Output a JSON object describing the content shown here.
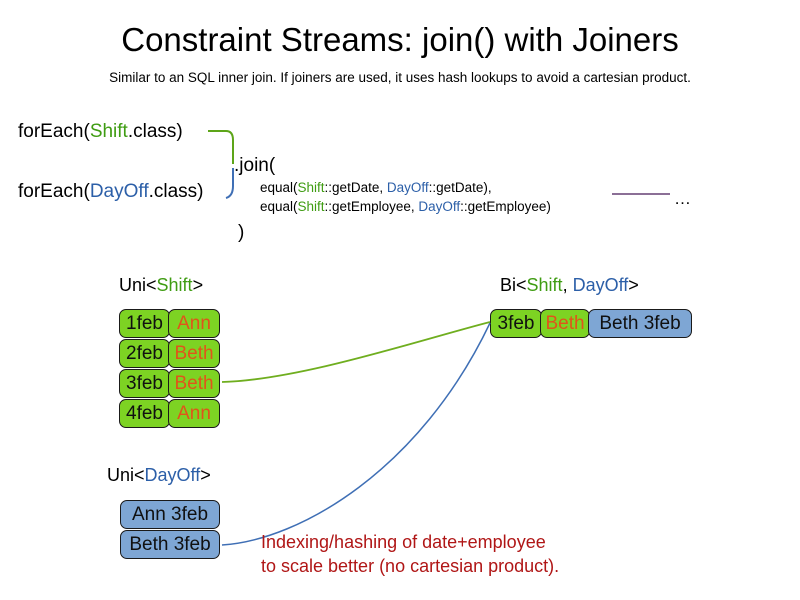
{
  "header": {
    "title": "Constraint Streams: join() with Joiners",
    "subtitle": "Similar to an SQL inner join. If joiners are used, it uses hash lookups to avoid a cartesian product."
  },
  "code": {
    "foreach_shift": {
      "prefix": "forEach(",
      "type": "Shift",
      "suffix": ".class)"
    },
    "foreach_dayoff": {
      "prefix": "forEach(",
      "type": "DayOff",
      "suffix": ".class)"
    },
    "join_open": ".join(",
    "join_close": ")",
    "args": [
      {
        "prefix": "equal(",
        "left_type": "Shift",
        "left_method": "::getDate, ",
        "right_type": "DayOff",
        "right_method": "::getDate),"
      },
      {
        "prefix": "equal(",
        "left_type": "Shift",
        "left_method": "::getEmployee, ",
        "right_type": "DayOff",
        "right_method": "::getEmployee)"
      }
    ],
    "ellipsis": "…"
  },
  "streams": {
    "uni_shift": {
      "label_prefix": "Uni<",
      "label_type": "Shift",
      "label_suffix": ">",
      "rows": [
        {
          "date": "1feb",
          "employee": "Ann"
        },
        {
          "date": "2feb",
          "employee": "Beth"
        },
        {
          "date": "3feb",
          "employee": "Beth"
        },
        {
          "date": "4feb",
          "employee": "Ann"
        }
      ]
    },
    "uni_dayoff": {
      "label_prefix": "Uni<",
      "label_type": "DayOff",
      "label_suffix": ">",
      "rows": [
        {
          "pair": "Ann 3feb"
        },
        {
          "pair": "Beth 3feb"
        }
      ]
    },
    "bi": {
      "label_prefix": "Bi<",
      "label_type_a": "Shift",
      "label_sep": ", ",
      "label_type_b": "DayOff",
      "label_suffix": ">",
      "row": {
        "date": "3feb",
        "employee": "Beth",
        "pair": "Beth 3feb"
      }
    }
  },
  "annotation": {
    "line1": "Indexing/hashing of date+employee",
    "line2": "to scale better (no cartesian product)."
  },
  "colors": {
    "shift_green": "#3f9c12",
    "dayoff_blue": "#2c5fa8",
    "box_green": "#7dd323",
    "box_blue": "#7ea6d4",
    "employee_orange": "#e0551a",
    "annotation_red": "#b01616",
    "rule_purple": "#8b6f96"
  }
}
